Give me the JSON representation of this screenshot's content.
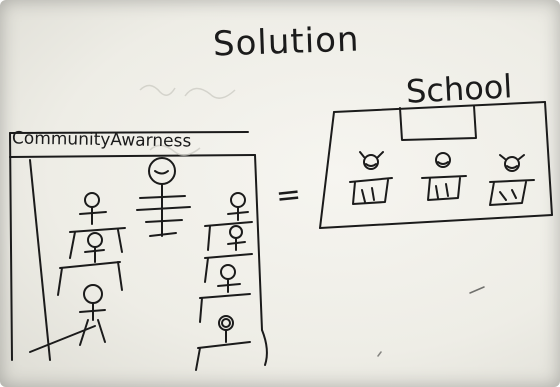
{
  "sketch": {
    "title": "Solution",
    "school_label": "School",
    "community_label": "CommunityAwarness",
    "equals_sign": "="
  },
  "figures": {
    "community_figure_count": 8,
    "school_student_count": 3
  },
  "colors": {
    "ink": "#1b1b1b",
    "paper": "#efeee8"
  }
}
